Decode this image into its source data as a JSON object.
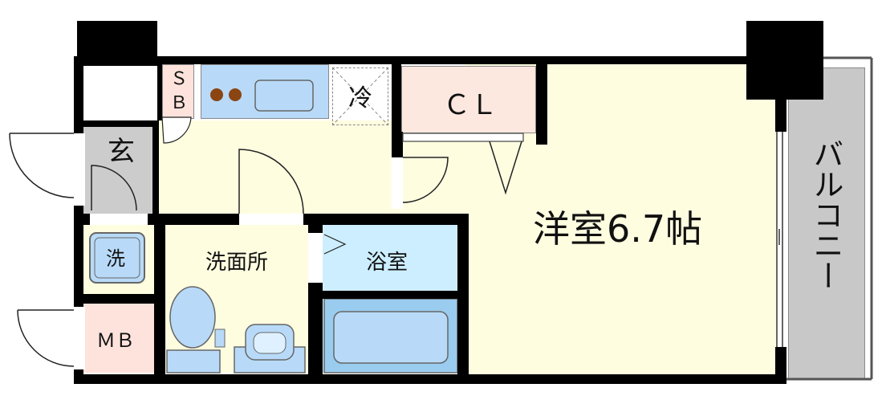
{
  "rooms": {
    "main_room": "洋室6.7帖",
    "closet": "ＣＬ",
    "entrance": "玄",
    "washer": "洗",
    "meter_box": "ＭＢ",
    "washroom": "洗面所",
    "bathroom": "浴室",
    "fridge": "冷",
    "shoe_box_top": "Ｓ",
    "shoe_box_bottom": "Ｂ",
    "balcony": "バルコニー"
  },
  "colors": {
    "wall": "#000000",
    "living_floor": "#fffde0",
    "wet_area": "#cceeff",
    "bath_tub": "#99ccee",
    "closet": "#fde8e0",
    "pink_area": "#fde3dc",
    "entrance_floor": "#cccccc",
    "balcony": "#c8c8c8",
    "kitchen": "#b8daf8"
  }
}
